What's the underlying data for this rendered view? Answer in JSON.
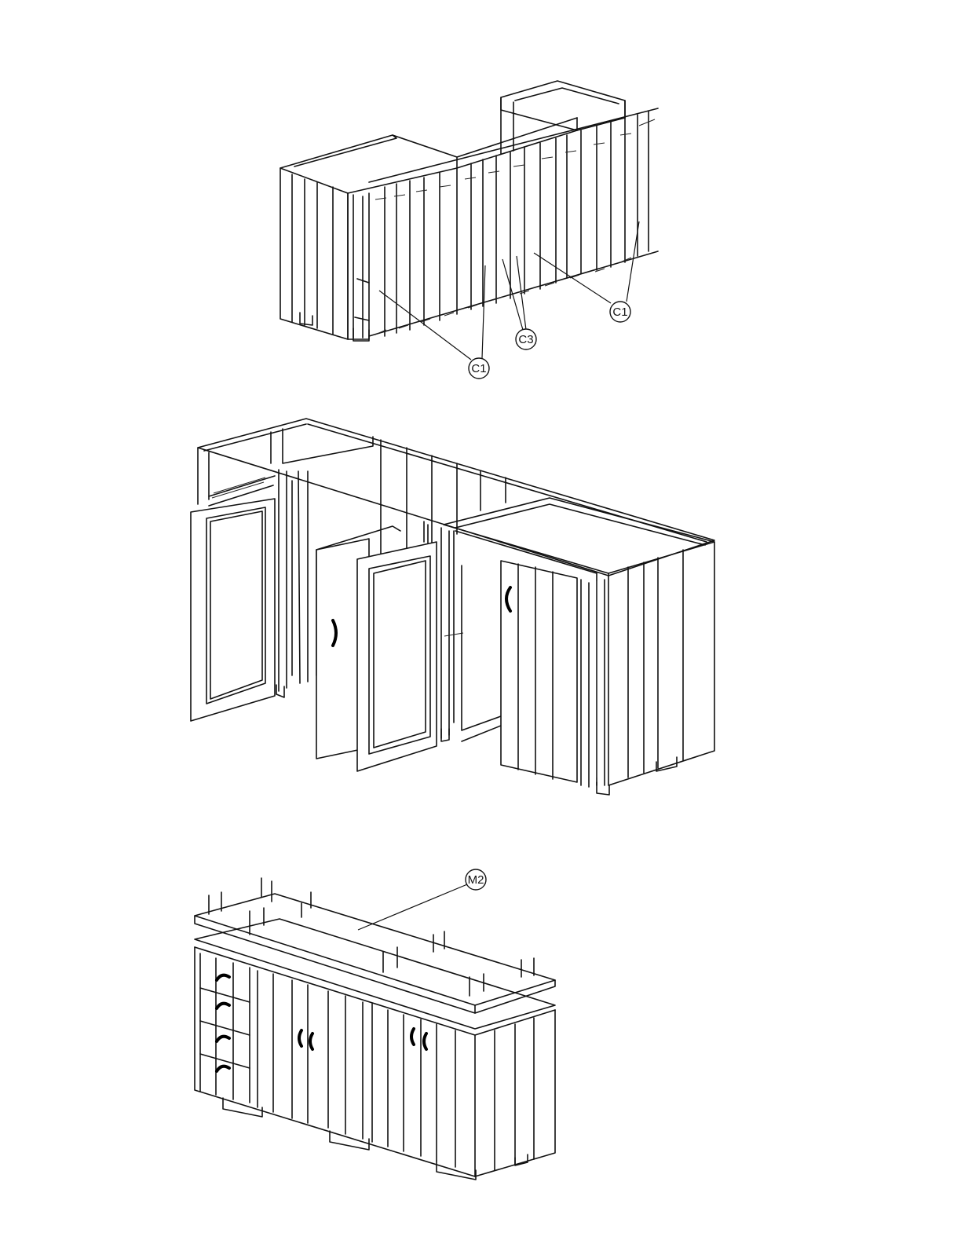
{
  "callouts": {
    "c1_front": "C1",
    "c3": "C3",
    "c1_back": "C1",
    "m2": "M2"
  }
}
